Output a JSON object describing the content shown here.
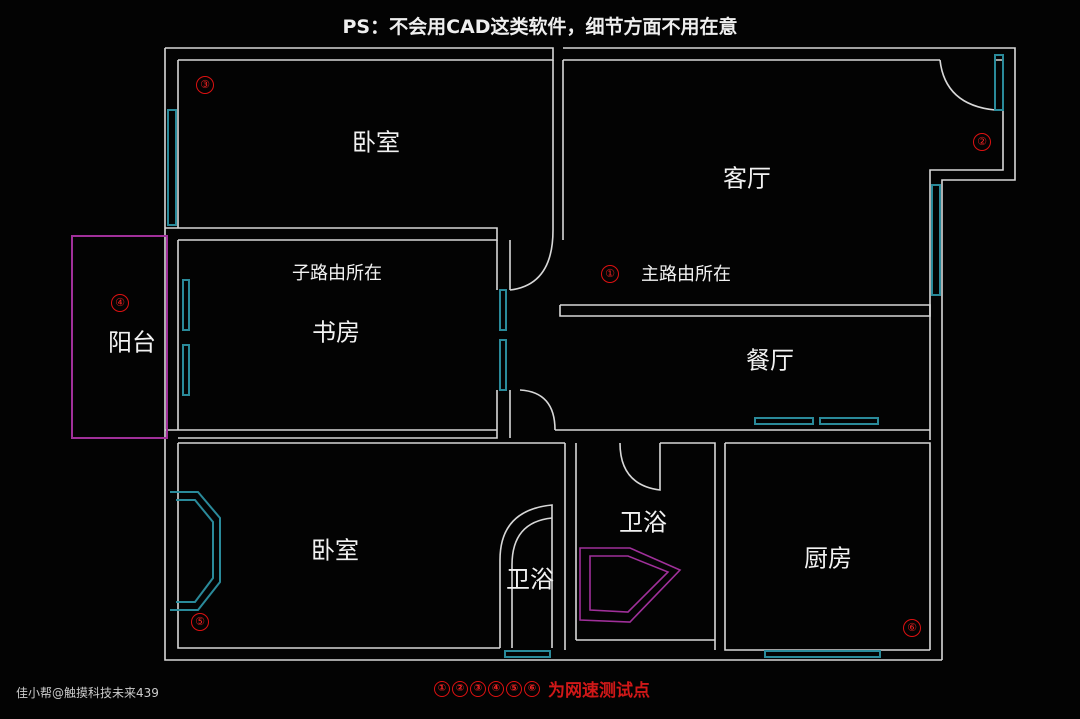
{
  "note": "PS：不会用CAD这类软件，细节方面不用在意",
  "rooms": [
    {
      "id": "bedroom-top",
      "label": "卧室"
    },
    {
      "id": "living-room",
      "label": "客厅"
    },
    {
      "id": "study",
      "label": "书房"
    },
    {
      "id": "balcony",
      "label": "阳台"
    },
    {
      "id": "dining-room",
      "label": "餐厅"
    },
    {
      "id": "bathroom-main",
      "label": "卫浴"
    },
    {
      "id": "bathroom-small",
      "label": "卫浴"
    },
    {
      "id": "kitchen",
      "label": "厨房"
    },
    {
      "id": "bedroom-bottom",
      "label": "卧室"
    }
  ],
  "annotations": {
    "sub_router": "子路由所在",
    "main_router": "主路由所在"
  },
  "markers": [
    "①",
    "②",
    "③",
    "④",
    "⑤",
    "⑥"
  ],
  "legend": {
    "markers": [
      "①",
      "②",
      "③",
      "④",
      "⑤",
      "⑥"
    ],
    "text": "为网速测试点"
  },
  "credit": "佳小帮@触摸科技未来439",
  "colors": {
    "wall": "#d8d8d8",
    "window": "#2a8a9a",
    "balcony": "#a0309a",
    "marker": "#d11111"
  }
}
